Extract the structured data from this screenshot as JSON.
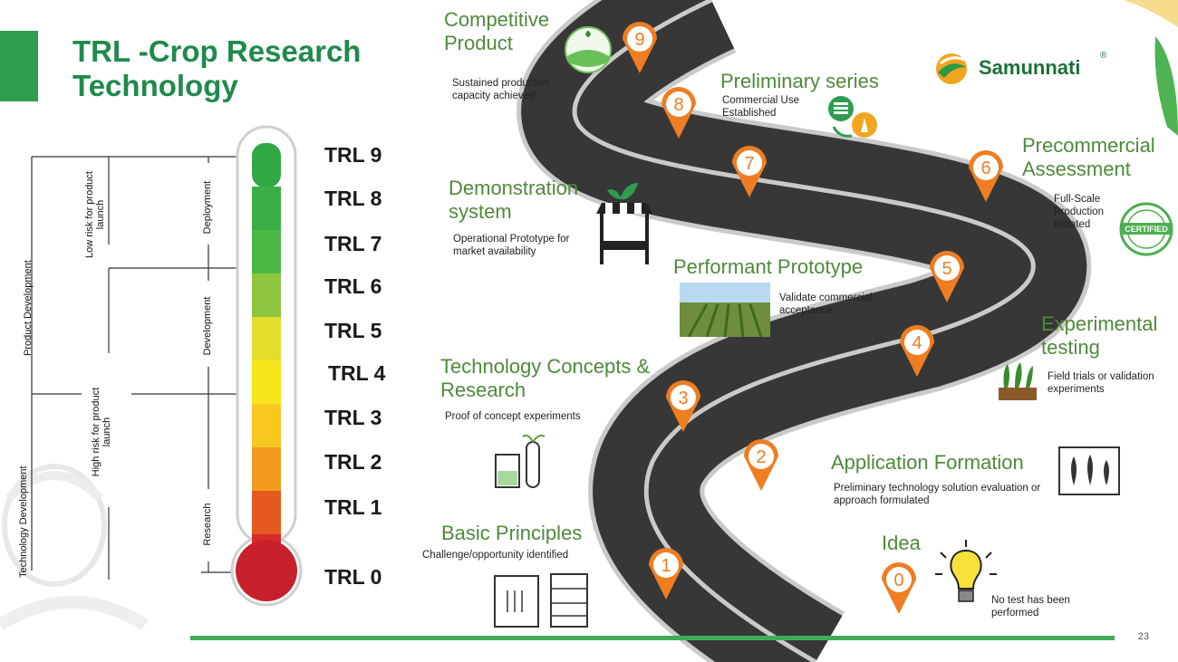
{
  "title": "TRL -Crop Research Technology",
  "brand": {
    "name": "Samunnati",
    "reg": "®"
  },
  "page_number": "23",
  "trl_levels": [
    "TRL 9",
    "TRL 8",
    "TRL 7",
    "TRL 6",
    "TRL 5",
    "TRL 4",
    "TRL 3",
    "TRL 2",
    "TRL 1",
    "TRL 0"
  ],
  "bracket_labels": {
    "product_development": "Product Development",
    "technology_development": "Technology Development",
    "low_risk": "Low risk for product launch",
    "high_risk": "High risk for product launch",
    "deployment": "Deployment",
    "development": "Development",
    "research": "Research"
  },
  "stages": [
    {
      "num": "0",
      "title": "Idea",
      "desc": "No test has been performed"
    },
    {
      "num": "1",
      "title": "Basic Principles",
      "desc": "Challenge/opportunity identified"
    },
    {
      "num": "2",
      "title": "Application Formation",
      "desc": "Preliminary technology solution evaluation or approach formulated"
    },
    {
      "num": "3",
      "title": "Technology Concepts & Research",
      "desc": "Proof of concept experiments"
    },
    {
      "num": "4",
      "title": "Experimental testing",
      "desc": "Field trials or validation experiments"
    },
    {
      "num": "5",
      "title": "Performant Prototype",
      "desc": "Validate commercial acceptance"
    },
    {
      "num": "6",
      "title": "Precommercial Assessment",
      "desc": "Full-Scale Production Initiated"
    },
    {
      "num": "7",
      "title": "Demonstration system",
      "desc": "Operational Prototype for market availability"
    },
    {
      "num": "8",
      "title": "Preliminary series",
      "desc": "Commercial Use Established"
    },
    {
      "num": "9",
      "title": "Competitive Product",
      "desc": "Sustained production capacity achieved"
    }
  ],
  "badge_text": "CERTIFIED",
  "colors": {
    "brand_green": "#1f8a4c",
    "pin_orange": "#ef7d22",
    "road": "#3a3a3a",
    "stage_title": "#4e8a3a"
  }
}
